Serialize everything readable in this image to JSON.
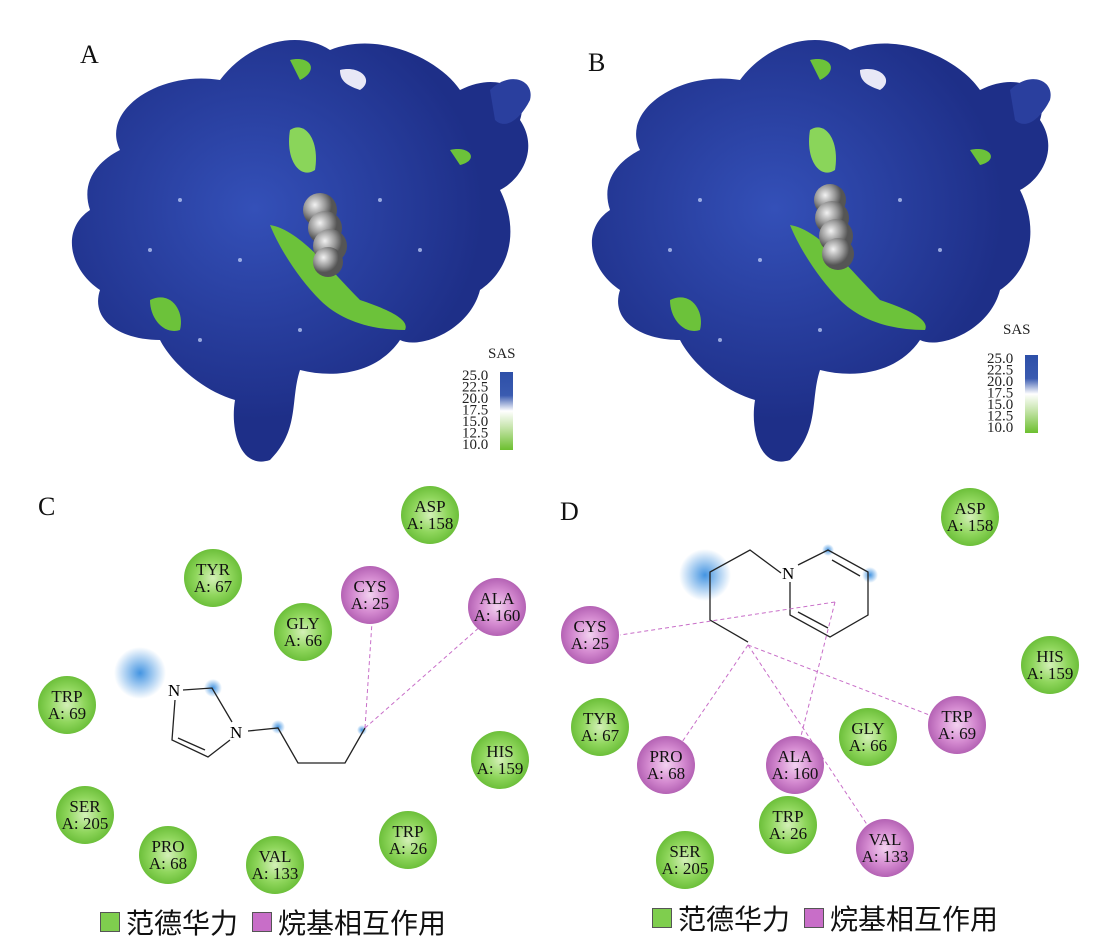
{
  "panels": {
    "a": "A",
    "b": "B",
    "c": "C",
    "d": "D"
  },
  "sas_scale": {
    "title": "SAS",
    "ticks": [
      "25.0",
      "22.5",
      "20.0",
      "17.5",
      "15.0",
      "12.5",
      "10.0"
    ],
    "colors": {
      "high": "#2d4fa8",
      "mid": "#ffffff",
      "low": "#6cbf2f"
    }
  },
  "legend": {
    "vdw": "范德华力",
    "alkyl": "烷基相互作用"
  },
  "colors": {
    "vdw": "#7fce4e",
    "alkyl": "#c86ec8",
    "surface": "#2a3f9e",
    "patch": "#6cc23a"
  },
  "panel_c_residues": [
    {
      "name": "ASP",
      "id": "A: 158",
      "type": "vdw"
    },
    {
      "name": "TYR",
      "id": "A: 67",
      "type": "vdw"
    },
    {
      "name": "CYS",
      "id": "A: 25",
      "type": "alkyl"
    },
    {
      "name": "ALA",
      "id": "A: 160",
      "type": "alkyl"
    },
    {
      "name": "GLY",
      "id": "A: 66",
      "type": "vdw"
    },
    {
      "name": "TRP",
      "id": "A: 69",
      "type": "vdw"
    },
    {
      "name": "HIS",
      "id": "A: 159",
      "type": "vdw"
    },
    {
      "name": "SER",
      "id": "A: 205",
      "type": "vdw"
    },
    {
      "name": "TRP",
      "id": "A: 26",
      "type": "vdw"
    },
    {
      "name": "PRO",
      "id": "A: 68",
      "type": "vdw"
    },
    {
      "name": "VAL",
      "id": "A: 133",
      "type": "vdw"
    }
  ],
  "panel_d_residues": [
    {
      "name": "ASP",
      "id": "A: 158",
      "type": "vdw"
    },
    {
      "name": "CYS",
      "id": "A: 25",
      "type": "alkyl"
    },
    {
      "name": "HIS",
      "id": "A: 159",
      "type": "vdw"
    },
    {
      "name": "TYR",
      "id": "A: 67",
      "type": "vdw"
    },
    {
      "name": "TRP",
      "id": "A: 69",
      "type": "alkyl"
    },
    {
      "name": "GLY",
      "id": "A: 66",
      "type": "vdw"
    },
    {
      "name": "PRO",
      "id": "A: 68",
      "type": "alkyl"
    },
    {
      "name": "ALA",
      "id": "A: 160",
      "type": "alkyl"
    },
    {
      "name": "TRP",
      "id": "A: 26",
      "type": "vdw"
    },
    {
      "name": "VAL",
      "id": "A: 133",
      "type": "alkyl"
    },
    {
      "name": "SER",
      "id": "A: 205",
      "type": "vdw"
    }
  ],
  "atoms": {
    "n": "N"
  }
}
